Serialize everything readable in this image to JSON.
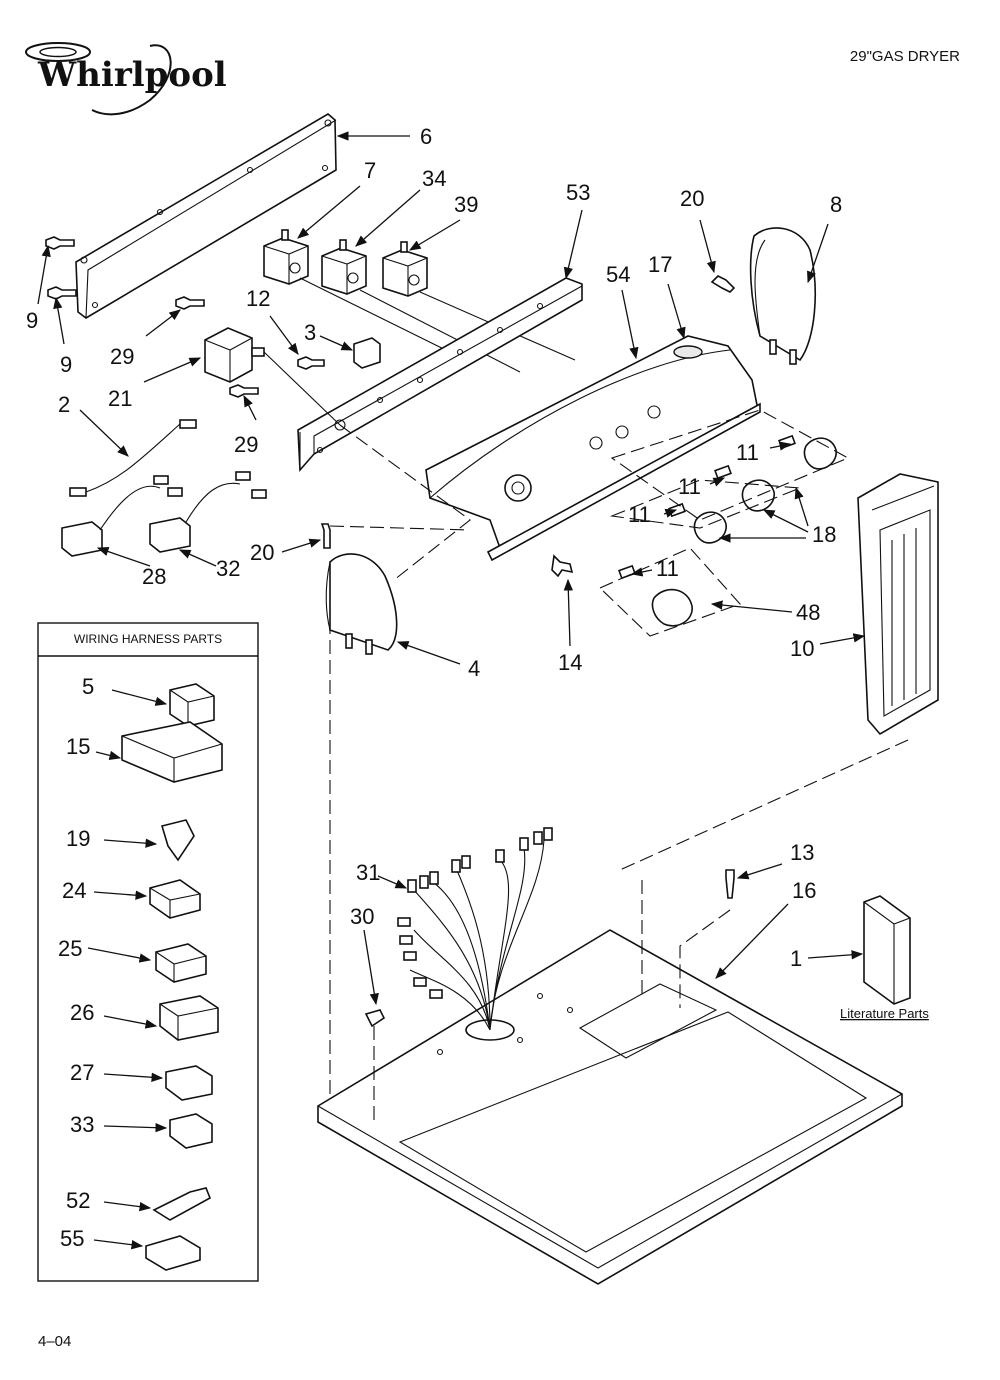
{
  "header": {
    "brand": "Whirlpool",
    "model_title": "29\"GAS DRYER"
  },
  "wiring_box": {
    "title": "WIRING HARNESS PARTS",
    "parts": [
      "5",
      "15",
      "19",
      "24",
      "25",
      "26",
      "27",
      "33",
      "52",
      "55"
    ]
  },
  "literature_label": "Literature Parts",
  "footer": {
    "page": "4–04"
  },
  "callouts": {
    "c6": "6",
    "c7": "7",
    "c34": "34",
    "c39": "39",
    "c53": "53",
    "c20a": "20",
    "c8": "8",
    "c9a": "9",
    "c9b": "9",
    "c29a": "29",
    "c12": "12",
    "c3": "3",
    "c54": "54",
    "c17": "17",
    "c21": "21",
    "c2": "2",
    "c29b": "29",
    "c11a": "11",
    "c11b": "11",
    "c11c": "11",
    "c11d": "11",
    "c18": "18",
    "c20b": "20",
    "c28": "28",
    "c32": "32",
    "c48": "48",
    "c4": "4",
    "c14": "14",
    "c10": "10",
    "c13": "13",
    "c16": "16",
    "c31": "31",
    "c30": "30",
    "c1": "1"
  },
  "icons": [
    "whirlpool-logo-swirl",
    "screw-icon",
    "knob-icon",
    "connector-icon"
  ]
}
